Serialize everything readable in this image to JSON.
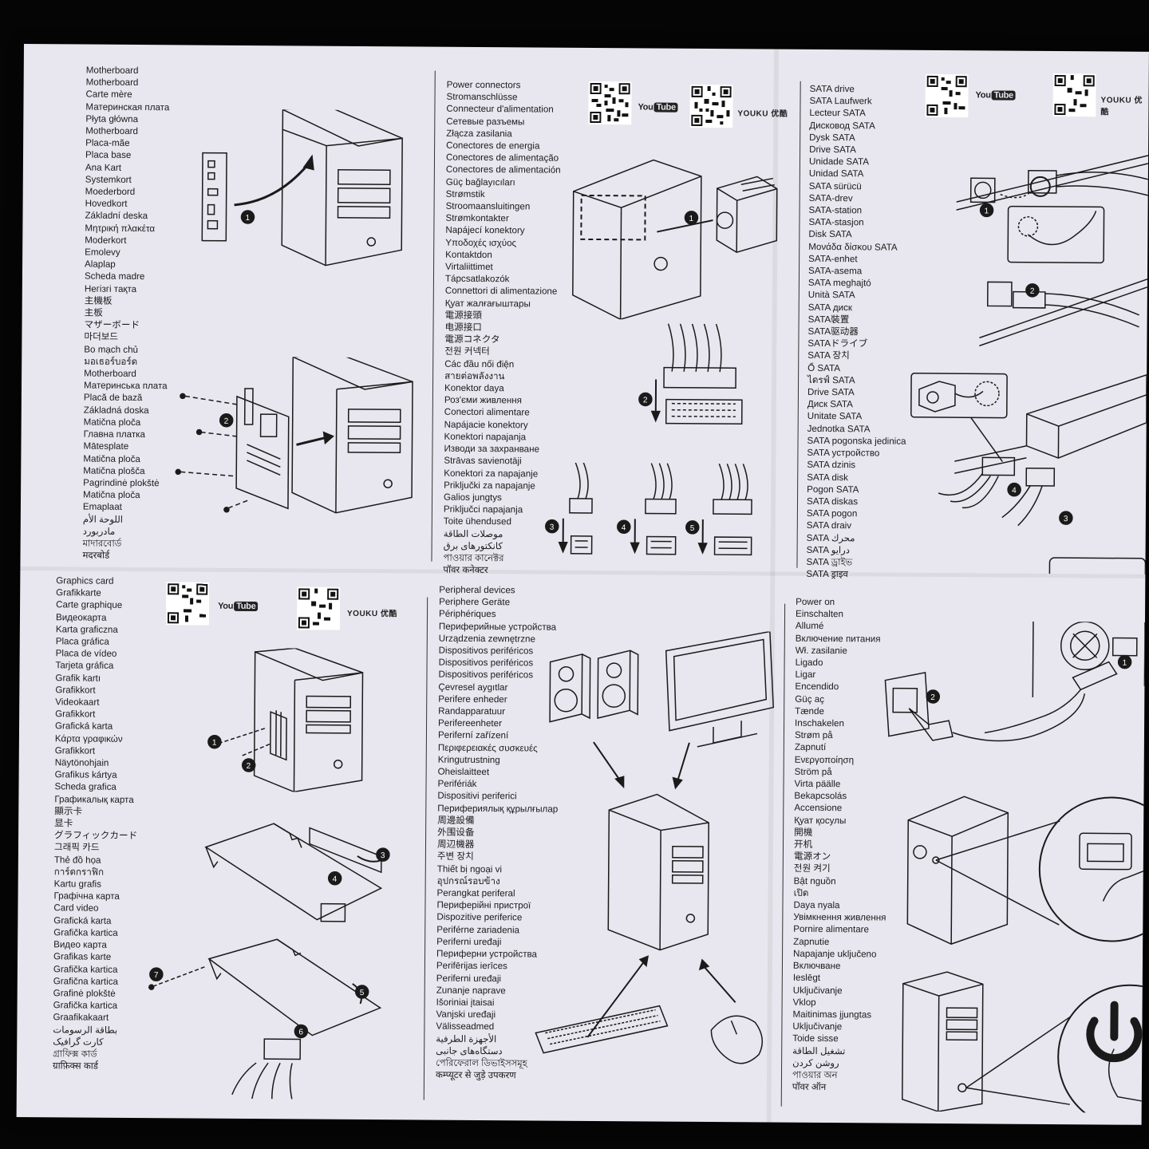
{
  "sections": {
    "motherboard": {
      "terms": [
        "Motherboard",
        "Motherboard",
        "Carte mère",
        "Материнская плата",
        "Płyta główna",
        "Motherboard",
        "Placa-mãe",
        "Placa base",
        "Ana Kart",
        "Systemkort",
        "Moederbord",
        "Hovedkort",
        "Základní deska",
        "Μητρική πλακέτα",
        "Moderkort",
        "Emolevy",
        "Alaplap",
        "Scheda madre",
        "Негізгі тақта",
        "主機板",
        "主板",
        "マザーボード",
        "마더보드",
        "Bo mạch chủ",
        "มอเธอร์บอร์ด",
        "Motherboard",
        "Материнська плата",
        "Placă de bază",
        "Základná doska",
        "Matična ploča",
        "Главна платка",
        "Mātesplate",
        "Matična ploča",
        "Matična plošča",
        "Pagrindinė plokštė",
        "Matična ploča",
        "Emaplaat",
        "اللوحة الأم",
        "مادربورد",
        "মাদারবোর্ড",
        "मदरबोर्ड"
      ]
    },
    "power": {
      "terms": [
        "Power connectors",
        "Stromanschlüsse",
        "Connecteur d'alimentation",
        "Сетевые разъемы",
        "Złącza zasilania",
        "Conectores de energia",
        "Conectores de alimentação",
        "Conectores de alimentación",
        "Güç bağlayıcıları",
        "Strømstik",
        "Stroomaansluitingen",
        "Strømkontakter",
        "Napájecí konektory",
        "Υποδοχές ισχύος",
        "Kontaktdon",
        "Virtaliittimet",
        "Tápcsatlakozók",
        "Connettori di alimentazione",
        "Қуат жалғағыштары",
        "電源接頭",
        "电源接口",
        "電源コネクタ",
        "전원 커넥터",
        "Các đầu nối điện",
        "สายต่อพลังงาน",
        "Konektor daya",
        "Роз'єми живлення",
        "Conectori alimentare",
        "Napájacie konektory",
        "Konektori napajanja",
        "Изводи за захранване",
        "Strāvas savienotāji",
        "Konektori za napajanje",
        "Priključki za napajanje",
        "Galios jungtys",
        "Priključci napajanja",
        "Toite ühendused",
        "موصلات الطاقة",
        "کانکتورهای برق",
        "পাওয়ার কানেক্টর",
        "पॉवर कनेक्टर"
      ]
    },
    "sata": {
      "terms": [
        "SATA drive",
        "SATA Laufwerk",
        "Lecteur SATA",
        "Дисковод SATA",
        "Dysk SATA",
        "Drive SATA",
        "Unidade SATA",
        "Unidad SATA",
        "SATA sürücü",
        "SATA-drev",
        "SATA-station",
        "SATA-stasjon",
        "Disk SATA",
        "Μονάδα δίσκου SATA",
        "SATA-enhet",
        "SATA-asema",
        "SATA meghajtó",
        "Unità SATA",
        "SATA диск",
        "SATA裝置",
        "SATA驱动器",
        "SATAドライブ",
        "SATA 장치",
        "Ổ SATA",
        "ไดรฟ์ SATA",
        "Drive SATA",
        "Диск SATA",
        "Unitate SATA",
        "Jednotka SATA",
        "SATA pogonska jedinica",
        "SATA устройство",
        "SATA dzinis",
        "SATA disk",
        "Pogon SATA",
        "SATA diskas",
        "SATA pogon",
        "SATA draiv",
        "SATA محرك",
        "SATA درایو",
        "SATA ড্রাইভ",
        "SATA ड्राइव"
      ]
    },
    "graphics": {
      "terms": [
        "Graphics card",
        "Grafikkarte",
        "Carte graphique",
        "Видеокарта",
        "Karta graficzna",
        "Placa gráfica",
        "Placa de vídeo",
        "Tarjeta gráfica",
        "Grafik kartı",
        "Grafikkort",
        "Videokaart",
        "Grafikkort",
        "Grafická karta",
        "Κάρτα γραφικών",
        "Grafikkort",
        "Näytönohjain",
        "Grafikus kártya",
        "Scheda grafica",
        "Графикалық карта",
        "顯示卡",
        "显卡",
        "グラフィックカード",
        "그래픽 카드",
        "Thẻ đồ họa",
        "การ์ดกราฟิก",
        "Kartu grafis",
        "Графічна карта",
        "Card video",
        "Grafická karta",
        "Grafička kartica",
        "Видео карта",
        "Grafikas karte",
        "Grafička kartica",
        "Grafična kartica",
        "Grafinė plokštė",
        "Grafička kartica",
        "Graafikakaart",
        "بطاقة الرسومات",
        "کارت گرافیک",
        "গ্রাফিক্স কার্ড",
        "ग्राफ़िक्स कार्ड"
      ]
    },
    "peripheral": {
      "terms": [
        "Peripheral devices",
        "Periphere Geräte",
        "Périphériques",
        "Периферийные устройства",
        "Urządzenia zewnętrzne",
        "Dispositivos periféricos",
        "Dispositivos periféricos",
        "Dispositivos periféricos",
        "Çevresel aygıtlar",
        "Perifere enheder",
        "Randapparatuur",
        "Perifereenheter",
        "Periferní zařízení",
        "Περιφερειακές συσκευές",
        "Kringutrustning",
        "Oheislaitteet",
        "Perifériák",
        "Dispositivi periferici",
        "Перифериялық құрылғылар",
        "周邊設備",
        "外围设备",
        "周辺機器",
        "주변 장치",
        "Thiết bị ngoại vi",
        "อุปกรณ์รอบข้าง",
        "Perangkat periferal",
        "Периферійні пристрої",
        "Dispozitive periferice",
        "Periférne zariadenia",
        "Periferni uređaji",
        "Периферни устройства",
        "Perifērijas ierīces",
        "Periferni uređaji",
        "Zunanje naprave",
        "Išoriniai įtaisai",
        "Vanjski uređaji",
        "Välisseadmed",
        "الأجهزة الطرفية",
        "دستگاه‌های جانبی",
        "পেরিফেরাল ডিভাইসসমূহ",
        "कम्प्यूटर से जुड़े उपकरण"
      ]
    },
    "power_on": {
      "terms": [
        "Power on",
        "Einschalten",
        "Allumé",
        "Включение питания",
        "Wł. zasilanie",
        "Ligado",
        "Ligar",
        "Encendido",
        "Güç aç",
        "Tænde",
        "Inschakelen",
        "Strøm på",
        "Zapnutí",
        "Ενεργοποίηση",
        "Ström på",
        "Virta päälle",
        "Bekapcsolás",
        "Accensione",
        "Қуат қосулы",
        "開機",
        "开机",
        "電源オン",
        "전원 켜기",
        "Bật nguồn",
        "เปิด",
        "Daya nyala",
        "Увімкнення живлення",
        "Pornire alimentare",
        "Zapnutie",
        "Napajanje uključeno",
        "Включване",
        "Ieslēgt",
        "Uključivanje",
        "Vklop",
        "Maitinimas įjungtas",
        "Uključivanje",
        "Toide sisse",
        "تشغيل الطاقة",
        "روشن کردن",
        "পাওয়ার অন",
        "पॉवर ऑन"
      ]
    }
  },
  "brands": {
    "youtube_you": "You",
    "youtube_tube": "Tube",
    "youku": "YOUKU 优酷"
  },
  "steps": [
    "1",
    "2",
    "3",
    "4",
    "5",
    "6",
    "7"
  ]
}
